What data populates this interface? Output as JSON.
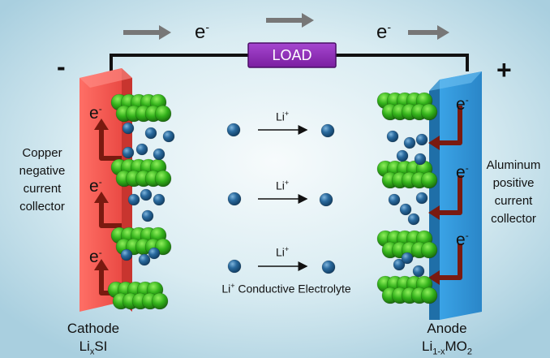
{
  "top": {
    "electron_left": "e",
    "electron_right": "e",
    "electron_charge": "-",
    "load_label": "LOAD",
    "minus_sign": "-",
    "plus_sign": "+"
  },
  "left_side": {
    "plate_electron": "e",
    "plate_charge": "-",
    "collector_lines": [
      "Copper",
      "negative",
      "current",
      "collector"
    ],
    "electrode_name": "Cathode",
    "formula_main": "Li",
    "formula_sub": "x",
    "formula_tail": "SI"
  },
  "right_side": {
    "plate_electron": "e",
    "plate_charge": "-",
    "collector_lines": [
      "Aluminum",
      "positive",
      "current",
      "collector"
    ],
    "electrode_name": "Anode",
    "formula_main": "Li",
    "formula_sub": "1-x",
    "formula_tail": "MO",
    "formula_sub2": "2"
  },
  "ions": {
    "ion_label": "Li",
    "ion_charge": "+"
  },
  "electrolyte": {
    "prefix": "Li",
    "charge": "+",
    "text": " Conductive Electrolyte"
  },
  "colors": {
    "cathode_plate": "#f0564f",
    "anode_plate": "#2e8fd2",
    "load_box": "#8e2ab8",
    "ion_ball": "#2a6a9e",
    "graphite_green": "#33b21b",
    "arrow_gray": "#777777",
    "flow_arrow": "#7a1a10"
  }
}
